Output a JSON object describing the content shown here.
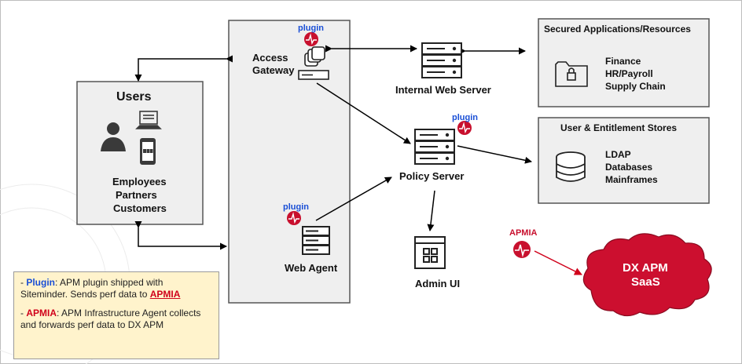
{
  "users": {
    "title": "Users",
    "lines": [
      "Employees",
      "Partners",
      "Customers"
    ]
  },
  "access_gateway": {
    "line1": "Access",
    "line2": "Gateway"
  },
  "internal_web_server": "Internal Web Server",
  "policy_server": "Policy Server",
  "web_agent": "Web Agent",
  "admin_ui": "Admin UI",
  "plugin_tag": "plugin",
  "apmia_tag": "APMIA",
  "secured_apps": {
    "title": "Secured Applications/Resources",
    "items": [
      "Finance",
      "HR/Payroll",
      "Supply Chain"
    ]
  },
  "stores": {
    "title": "User & Entitlement Stores",
    "items": [
      "LDAP",
      "Databases",
      "Mainframes"
    ]
  },
  "saas": {
    "line1": "DX APM",
    "line2": "SaaS"
  },
  "legend": {
    "plugin_prefix": "- ",
    "plugin_key": "Plugin",
    "plugin_text": ": APM plugin shipped with Siteminder. Sends perf data to ",
    "plugin_target": "APMIA",
    "apmia_prefix": "- ",
    "apmia_key": "APMIA",
    "apmia_text": ": APM Infrastructure Agent collects and forwards perf data to DX APM"
  },
  "colors": {
    "plugin": "#1a4fd6",
    "apmia": "#c8102e",
    "cloud": "#cc0f2f",
    "legend_bg": "#fff3cc"
  }
}
